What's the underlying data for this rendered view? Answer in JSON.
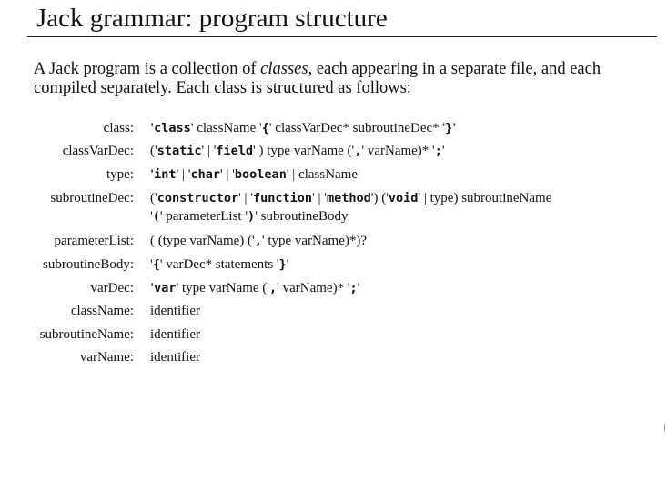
{
  "title": "Jack grammar: program structure",
  "intro": {
    "before": "A Jack program is a collection of ",
    "emph": "classes",
    "after": ", each appearing in a separate file, and each compiled separately. Each class is structured as follows:"
  },
  "rules": [
    {
      "name": "class:",
      "lines": [
        [
          {
            "t": "'",
            "k": "q"
          },
          {
            "t": "class",
            "k": "kw"
          },
          {
            "t": "' className '",
            "k": "n"
          },
          {
            "t": "{",
            "k": "kw"
          },
          {
            "t": "' classVarDec*  subroutineDec* '",
            "k": "n"
          },
          {
            "t": "}",
            "k": "kw"
          },
          {
            "t": "'",
            "k": "q"
          }
        ]
      ]
    },
    {
      "name": "classVarDec:",
      "lines": [
        [
          {
            "t": "('",
            "k": "n"
          },
          {
            "t": "static",
            "k": "kw"
          },
          {
            "t": "' | '",
            "k": "n"
          },
          {
            "t": "field",
            "k": "kw"
          },
          {
            "t": "' ) type varName ('",
            "k": "n"
          },
          {
            "t": ",",
            "k": "kw"
          },
          {
            "t": "' varName)*  '",
            "k": "n"
          },
          {
            "t": ";",
            "k": "kw"
          },
          {
            "t": "'",
            "k": "n"
          }
        ]
      ]
    },
    {
      "name": "type:",
      "lines": [
        [
          {
            "t": "'",
            "k": "q"
          },
          {
            "t": "int",
            "k": "kw"
          },
          {
            "t": "' | '",
            "k": "n"
          },
          {
            "t": "char",
            "k": "kw"
          },
          {
            "t": "' | '",
            "k": "n"
          },
          {
            "t": "boolean",
            "k": "kw"
          },
          {
            "t": "' | className",
            "k": "n"
          }
        ]
      ]
    },
    {
      "name": "subroutineDec:",
      "lines": [
        [
          {
            "t": "('",
            "k": "n"
          },
          {
            "t": "constructor",
            "k": "kw"
          },
          {
            "t": "' | '",
            "k": "n"
          },
          {
            "t": "function",
            "k": "kw"
          },
          {
            "t": "' | '",
            "k": "n"
          },
          {
            "t": "method",
            "k": "kw"
          },
          {
            "t": "')  ('",
            "k": "n"
          },
          {
            "t": "void",
            "k": "kw"
          },
          {
            "t": "' | type) subroutineName",
            "k": "n"
          }
        ],
        [
          {
            "t": "'",
            "k": "n"
          },
          {
            "t": "(",
            "k": "kw"
          },
          {
            "t": "' parameterList '",
            "k": "n"
          },
          {
            "t": ")",
            "k": "kw"
          },
          {
            "t": "' subroutineBody",
            "k": "n"
          }
        ]
      ]
    },
    {
      "name": "parameterList:",
      "lines": [
        [
          {
            "t": "( (type varName)  ('",
            "k": "n"
          },
          {
            "t": ",",
            "k": "kw"
          },
          {
            "t": "' type varName)*)?",
            "k": "n"
          }
        ]
      ]
    },
    {
      "name": "subroutineBody:",
      "lines": [
        [
          {
            "t": "'",
            "k": "n"
          },
          {
            "t": "{",
            "k": "kw"
          },
          {
            "t": "' varDec* statements '",
            "k": "n"
          },
          {
            "t": "}",
            "k": "kw"
          },
          {
            "t": "'",
            "k": "n"
          }
        ]
      ]
    },
    {
      "name": "varDec:",
      "lines": [
        [
          {
            "t": "'",
            "k": "q"
          },
          {
            "t": "var",
            "k": "kw"
          },
          {
            "t": "' type varName ('",
            "k": "n"
          },
          {
            "t": ",",
            "k": "kw"
          },
          {
            "t": "' varName)* '",
            "k": "n"
          },
          {
            "t": ";",
            "k": "kw"
          },
          {
            "t": "'",
            "k": "n"
          }
        ]
      ]
    },
    {
      "name": "className:",
      "lines": [
        [
          {
            "t": "identifier",
            "k": "n"
          }
        ]
      ]
    },
    {
      "name": "subroutineName:",
      "lines": [
        [
          {
            "t": "identifier",
            "k": "n"
          }
        ]
      ]
    },
    {
      "name": "varName:",
      "lines": [
        [
          {
            "t": "identifier",
            "k": "n"
          }
        ]
      ]
    }
  ]
}
